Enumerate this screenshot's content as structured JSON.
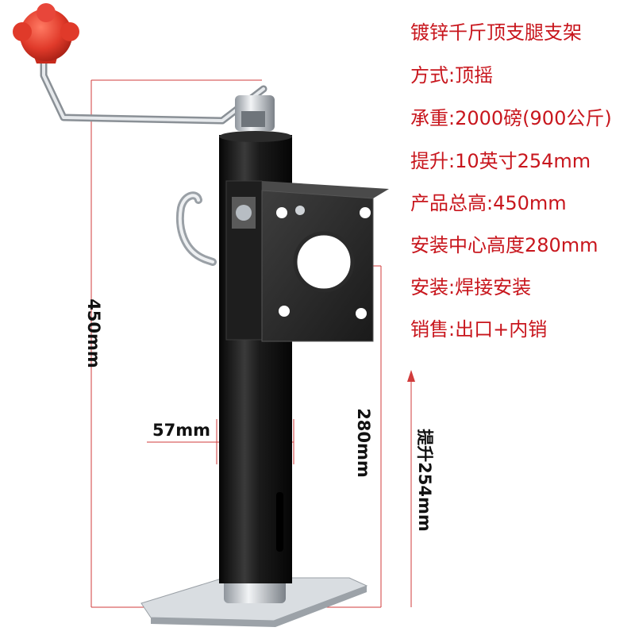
{
  "specs": {
    "title": "镀锌千斤顶支腿支架",
    "method": "方式:顶摇",
    "load": "承重:2000磅(900公斤)",
    "lift": "提升:10英寸254mm",
    "height": "产品总高:450mm",
    "center": "安装中心高度280mm",
    "install": "安装:焊接安装",
    "sales": "销售:出口+内销"
  },
  "dimensions": {
    "total": "450mm",
    "width": "57mm",
    "mount": "280mm",
    "lift": "提升254mm"
  },
  "colors": {
    "text": "#c8161d",
    "tube": "#141414",
    "knob": "#e03a2a",
    "steel": "#c9ced4"
  }
}
